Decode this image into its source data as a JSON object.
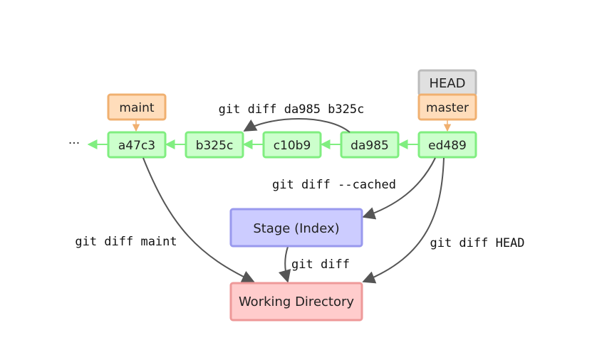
{
  "colors": {
    "commit_fill": "#ccffcc",
    "commit_stroke": "#80ee80",
    "branch_fill": "#ffddbb",
    "branch_stroke": "#f0b070",
    "head_fill": "#e0e0e0",
    "head_stroke": "#bbbbbb",
    "stage_fill": "#ccccff",
    "stage_stroke": "#9999ee",
    "workdir_fill": "#ffcccc",
    "workdir_stroke": "#ee9999",
    "arrow_dark": "#555555",
    "arrow_green": "#80ee80",
    "arrow_orange": "#f0b070"
  },
  "ellipsis": "···",
  "commits": [
    "a47c3",
    "b325c",
    "c10b9",
    "da985",
    "ed489"
  ],
  "branches": {
    "maint": "maint",
    "master": "master",
    "head": "HEAD"
  },
  "areas": {
    "stage": "Stage (Index)",
    "workdir": "Working Directory"
  },
  "commands": {
    "diff_commits": "git diff da985 b325c",
    "diff_cached": "git diff --cached",
    "diff_maint": "git diff maint",
    "diff_plain": "git diff",
    "diff_head": "git diff HEAD"
  }
}
